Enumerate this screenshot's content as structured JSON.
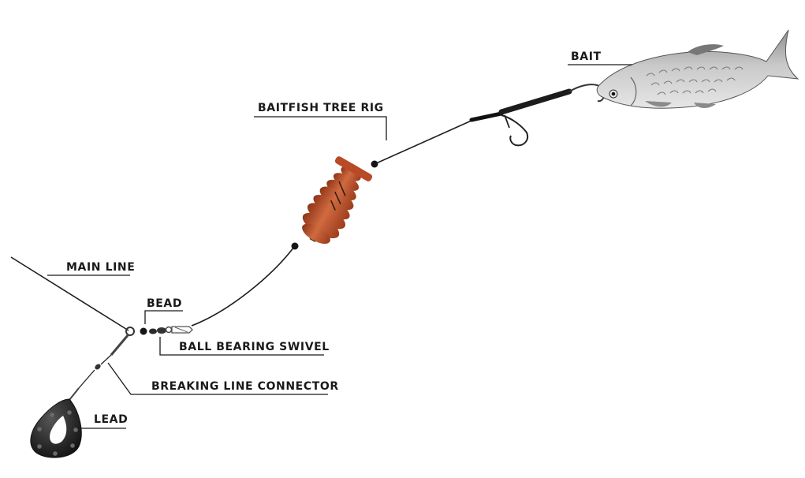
{
  "labels": {
    "bait": "BAIT",
    "baitfish_tree_rig": "BAITFISH TREE RIG",
    "main_line": "MAIN LINE",
    "bead": "BEAD",
    "ball_bearing_swivel": "BALL BEARING SWIVEL",
    "breaking_line_connector": "BREAKING LINE CONNECTOR",
    "lead": "LEAD"
  },
  "colors": {
    "float_body": "#b84a28",
    "float_highlight": "#d9784f",
    "fish": "#b8b8b8",
    "lead": "#2a2a2a",
    "line": "#1e1e1e"
  }
}
